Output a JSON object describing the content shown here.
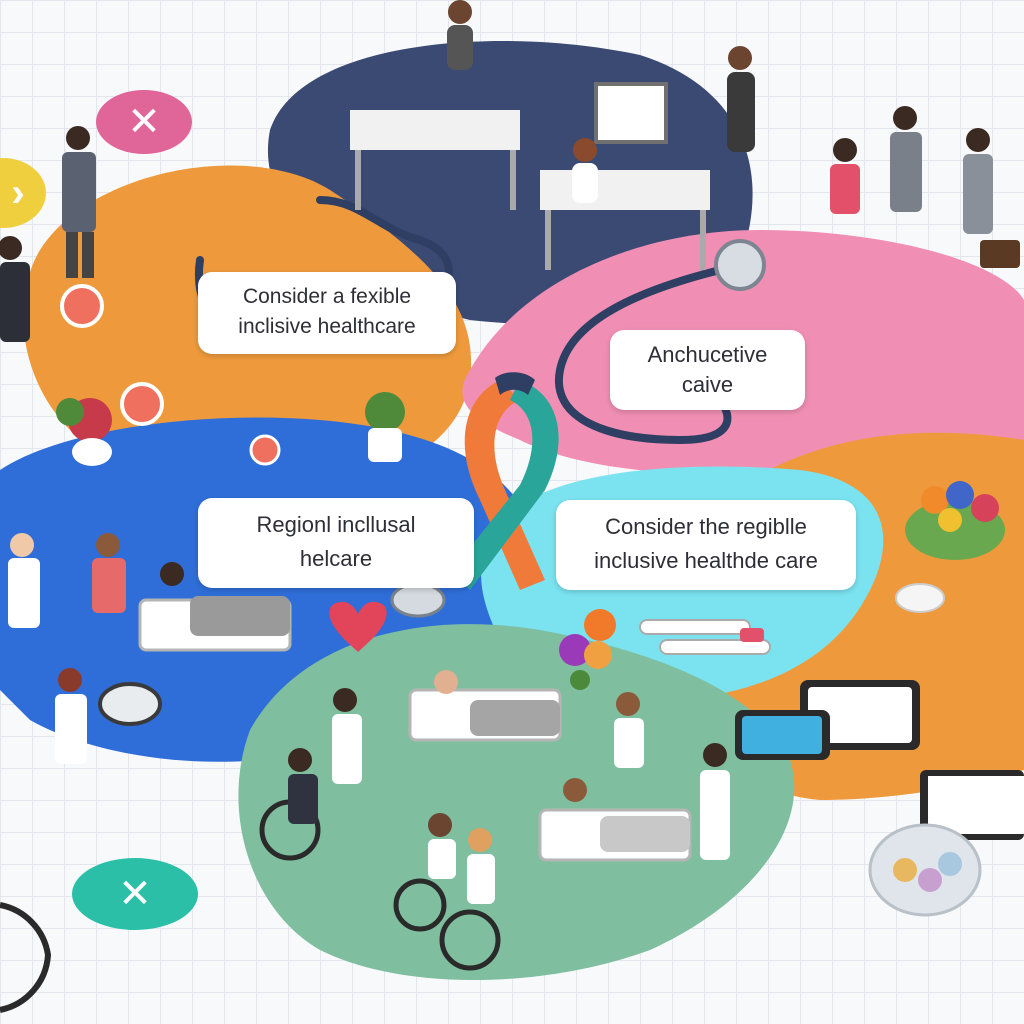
{
  "callouts": {
    "top_left": {
      "line1": "Consider a fexible",
      "line2": "inclisive healthcare"
    },
    "top_right": {
      "line1": "Anchucetive",
      "line2": "caive"
    },
    "mid_left": {
      "line1": "Regionl incllusal",
      "line2": "helcare"
    },
    "mid_right": {
      "line1": "Consider the regiblle",
      "line2": "inclusive healthde care"
    }
  },
  "badges": {
    "pink_close": {
      "symbol": "✕",
      "color": "#e0669a"
    },
    "teal_close": {
      "symbol": "✕",
      "color": "#2cbfa8"
    },
    "yellow_chevron": {
      "symbol": "›",
      "color": "#f0cf3f"
    }
  },
  "colors": {
    "orange_zone": "#ee9a3c",
    "navy_zone": "#3b4a73",
    "pink_zone": "#f08fb3",
    "blue_zone": "#2f6ed8",
    "cyan_zone": "#7be3f0",
    "green_zone": "#7fbfa0",
    "ribbon_orange": "#f07a3a",
    "ribbon_teal": "#2aa59a",
    "ribbon_navy": "#2f3e63"
  }
}
